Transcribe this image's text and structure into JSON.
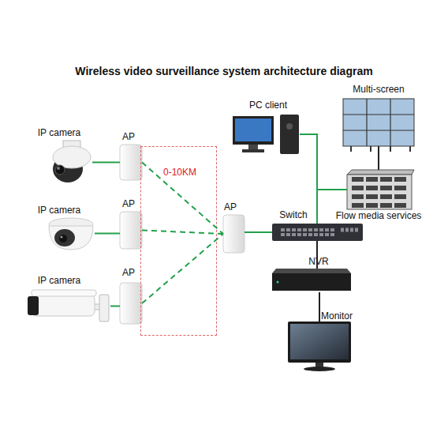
{
  "diagram": {
    "title": "Wireless video surveillance system architecture diagram",
    "nodes": [
      {
        "text": [
          "Multi-screen"
        ]
      },
      {
        "text": [
          "PC client"
        ]
      },
      {
        "text": [
          "IP camera"
        ]
      },
      {
        "text": [
          "AP"
        ]
      },
      {
        "text": [
          "0-10KM"
        ]
      },
      {
        "text": [
          "AP"
        ]
      },
      {
        "text": [
          "Switch"
        ]
      },
      {
        "text": [
          "Flow media services"
        ]
      },
      {
        "text": [
          "IP camera"
        ]
      },
      {
        "text": [
          "AP"
        ]
      },
      {
        "text": [
          "NVR"
        ]
      },
      {
        "text": [
          "IP camera"
        ]
      },
      {
        "text": [
          "AP"
        ]
      },
      {
        "text": [
          "Monitor"
        ]
      }
    ],
    "edges": [
      {
        "from": 2,
        "to": 3,
        "arrow": "none"
      },
      {
        "from": 8,
        "to": 9,
        "arrow": "none"
      },
      {
        "from": 11,
        "to": 12,
        "arrow": "none"
      },
      {
        "from": 3,
        "to": 5,
        "arrow": "none"
      },
      {
        "from": 9,
        "to": 5,
        "arrow": "none"
      },
      {
        "from": 12,
        "to": 5,
        "arrow": "none"
      },
      {
        "from": 5,
        "to": 6,
        "arrow": "none"
      },
      {
        "from": 6,
        "to": 1,
        "arrow": "none"
      },
      {
        "from": 6,
        "to": 7,
        "arrow": "none"
      },
      {
        "from": 7,
        "to": 0,
        "arrow": "none"
      },
      {
        "from": 6,
        "to": 10,
        "arrow": "none"
      },
      {
        "from": 10,
        "to": 13,
        "arrow": "none"
      }
    ]
  }
}
